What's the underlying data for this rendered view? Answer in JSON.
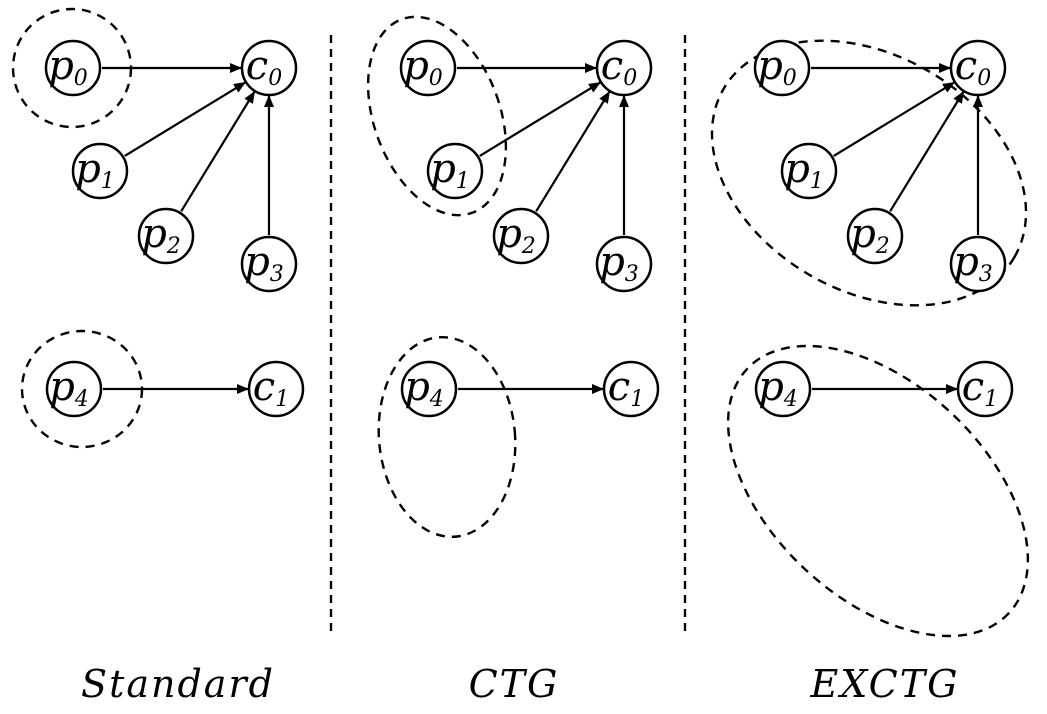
{
  "panels": [
    {
      "label": "Standard",
      "nodes": [
        {
          "id": "p0",
          "base": "p",
          "sub": "0"
        },
        {
          "id": "p1",
          "base": "p",
          "sub": "1"
        },
        {
          "id": "p2",
          "base": "p",
          "sub": "2"
        },
        {
          "id": "p3",
          "base": "p",
          "sub": "3"
        },
        {
          "id": "p4",
          "base": "p",
          "sub": "4"
        },
        {
          "id": "c0",
          "base": "c",
          "sub": "0"
        },
        {
          "id": "c1",
          "base": "c",
          "sub": "1"
        }
      ],
      "edges": [
        [
          "p0",
          "c0"
        ],
        [
          "p1",
          "c0"
        ],
        [
          "p2",
          "c0"
        ],
        [
          "p3",
          "c0"
        ],
        [
          "p4",
          "c1"
        ]
      ],
      "groups": [
        [
          "p0"
        ],
        [
          "p4"
        ]
      ]
    },
    {
      "label": "CTG",
      "nodes": [
        {
          "id": "p0",
          "base": "p",
          "sub": "0"
        },
        {
          "id": "p1",
          "base": "p",
          "sub": "1"
        },
        {
          "id": "p2",
          "base": "p",
          "sub": "2"
        },
        {
          "id": "p3",
          "base": "p",
          "sub": "3"
        },
        {
          "id": "p4",
          "base": "p",
          "sub": "4"
        },
        {
          "id": "c0",
          "base": "c",
          "sub": "0"
        },
        {
          "id": "c1",
          "base": "c",
          "sub": "1"
        }
      ],
      "edges": [
        [
          "p0",
          "c0"
        ],
        [
          "p1",
          "c0"
        ],
        [
          "p2",
          "c0"
        ],
        [
          "p3",
          "c0"
        ],
        [
          "p4",
          "c1"
        ]
      ],
      "groups": [
        [
          "p0",
          "p1"
        ],
        [
          "p4"
        ]
      ]
    },
    {
      "label": "EXCTG",
      "nodes": [
        {
          "id": "p0",
          "base": "p",
          "sub": "0"
        },
        {
          "id": "p1",
          "base": "p",
          "sub": "1"
        },
        {
          "id": "p2",
          "base": "p",
          "sub": "2"
        },
        {
          "id": "p3",
          "base": "p",
          "sub": "3"
        },
        {
          "id": "p4",
          "base": "p",
          "sub": "4"
        },
        {
          "id": "c0",
          "base": "c",
          "sub": "0"
        },
        {
          "id": "c1",
          "base": "c",
          "sub": "1"
        }
      ],
      "edges": [
        [
          "p0",
          "c0"
        ],
        [
          "p1",
          "c0"
        ],
        [
          "p2",
          "c0"
        ],
        [
          "p3",
          "c0"
        ],
        [
          "p4",
          "c1"
        ]
      ],
      "groups": [
        [
          "p0",
          "p1",
          "p2",
          "p3"
        ],
        [
          "p4"
        ]
      ]
    }
  ]
}
